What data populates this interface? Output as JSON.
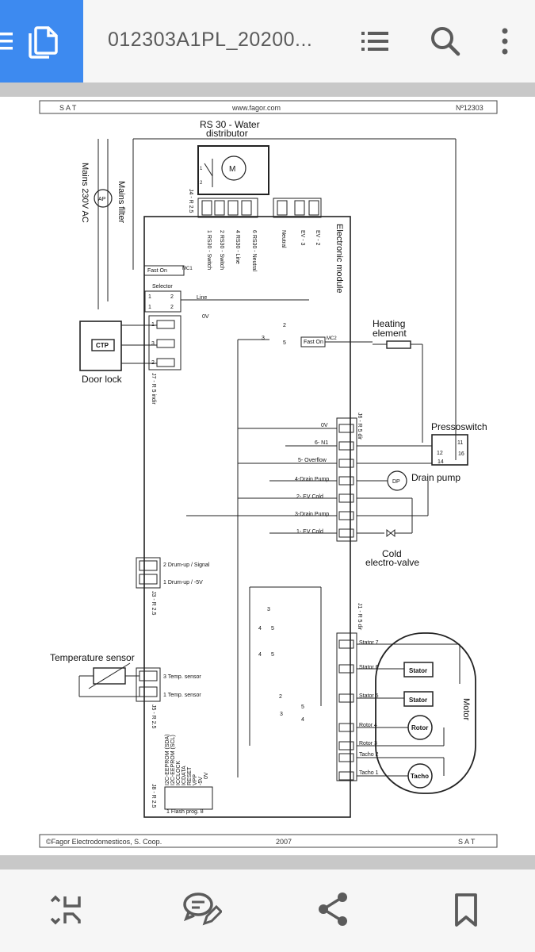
{
  "app": {
    "document_title": "012303A1PL_20200...",
    "icons": {
      "menu": "menu-icon",
      "documents": "documents-icon",
      "outline": "list-icon",
      "search": "search-icon",
      "more": "more-vertical-icon",
      "compress": "compress-icon",
      "comment": "comment-icon",
      "share": "share-icon",
      "bookmark": "bookmark-icon"
    },
    "accent_color": "#3d8af0"
  },
  "schematic": {
    "header": {
      "left": "S A T",
      "center": "www.fagor.com",
      "right": "Nº12303"
    },
    "footer": {
      "left": "©Fagor Electrodomesticos, S. Coop.",
      "center": "2007",
      "right": "S A T"
    },
    "rs30_title": "RS 30 - Water",
    "rs30_subtitle": "distributor",
    "mains": "Mains 230V AC",
    "mains_filter": "Mains filter",
    "ap": "AP",
    "motor_m": "M",
    "j4": "J4 - R 2.5",
    "rs30_labels": [
      "1 RS30 - Switch",
      "2 RS30 - Switch",
      "4 RS30 - Line",
      "6 RS30 - Neutral"
    ],
    "ev_labels": [
      "Neutral",
      "EV - 3",
      "EV - 2"
    ],
    "electronic_module": "Electronic module",
    "mc1": "MC1",
    "fast_on": "Fast On",
    "selector": "Selector",
    "line": "Line",
    "zero_v": "0V",
    "ctp": "CTP",
    "door_lock": "Door lock",
    "j7": "J7 - R 5 indir",
    "mc2": "MC2",
    "heating_1": "Heating",
    "heating_2": "element",
    "pressoswitch": "Pressoswitch",
    "press_pins": [
      "11",
      "12",
      "16",
      "14"
    ],
    "j6": "J6 - R 5 dir",
    "j6_labels": [
      "0V",
      "6- N1",
      "5- Overflow",
      "4-Drain Pump",
      "2- EV Cold",
      "3-Drain Pump",
      "1- EV Cold"
    ],
    "dp": "DP",
    "drain_pump": "Drain pump",
    "cold_1": "Cold",
    "cold_2": "electro-valve",
    "j3_labels": [
      "2 Drum-up / Signal",
      "1 Drum-up / -5V"
    ],
    "j3": "J3 - R 2.5",
    "temp_sensor": "Temperature sensor",
    "j5_labels": [
      "3 Temp. sensor",
      "1 Temp. sensor"
    ],
    "j5": "J5 - R 2.5",
    "j1": "J1 - R 5 dir",
    "j1_labels": [
      "Stator 7",
      "Stator 6",
      "Stator 5",
      "Rotor 4",
      "Rotor 3",
      "Tacho 2",
      "Tacho 1"
    ],
    "stator": "Stator",
    "rotor": "Rotor",
    "tacho": "Tacho",
    "motor": "Motor",
    "j8": "J8 - R 2.5",
    "j8_labels": [
      "0V",
      "-5V",
      "VPP",
      "RESET",
      "ICDATA",
      "ICCLOCK",
      "I2C-EEPROM (SCL)",
      "I2C-EEPROM (SDA)"
    ],
    "flash_prog": "1  Flash prog.  8",
    "relay_pins": {
      "a": "1",
      "b": "2",
      "c": "3",
      "d": "4",
      "e": "5"
    }
  }
}
